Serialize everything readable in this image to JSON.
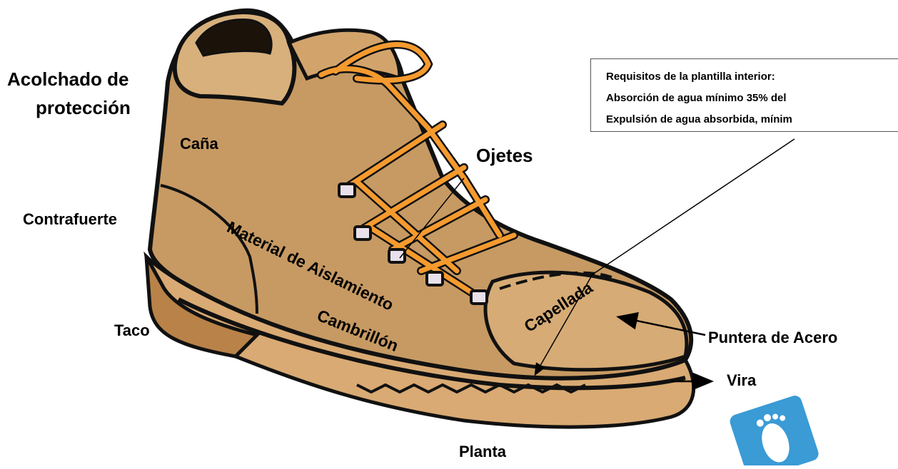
{
  "labels": {
    "acolchado_1": "Acolchado de",
    "acolchado_2": "protección",
    "cana": "Caña",
    "ojetes": "Ojetes",
    "contrafuerte": "Contrafuerte",
    "material": "Material de Aislamiento",
    "capellada": "Capellada",
    "taco": "Taco",
    "cambrillon": "Cambrillón",
    "puntera": "Puntera de Acero",
    "vira": "Vira",
    "planta": "Planta"
  },
  "requisitos": {
    "title": "Requisitos de la plantilla interior:",
    "line1": "Absorción de agua mínimo 35% del",
    "line2": "Expulsión de agua absorbida, mínim"
  },
  "colors": {
    "leather": "#c79a63",
    "leather_light": "#e2bf8e",
    "leather_dark": "#8a5a2b",
    "lace": "#f59a2e",
    "outline": "#111111",
    "logo_blue": "#3a9bd5"
  }
}
